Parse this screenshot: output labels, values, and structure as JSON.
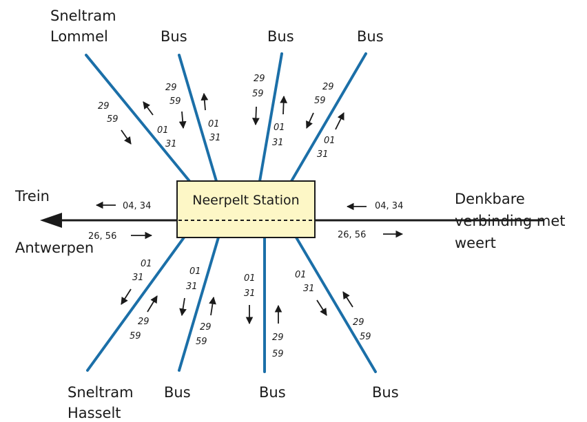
{
  "station": {
    "name": "Neerpelt Station"
  },
  "rail": {
    "west_label_1": "Trein",
    "west_label_2": "Antwerpen",
    "east_label_1": "Denkbare",
    "east_label_2": "verbinding met",
    "east_label_3": "weert",
    "west_upper_numbers": "04, 34",
    "west_lower_numbers": "26, 56",
    "east_upper_numbers": "04, 34",
    "east_lower_numbers": "26, 56"
  },
  "branches_top": [
    {
      "label_1": "Sneltram",
      "label_2": "Lommel",
      "out_1": "29",
      "out_2": "59",
      "in_1": "01",
      "in_2": "31"
    },
    {
      "label_1": "Bus",
      "out_1": "29",
      "out_2": "59",
      "in_1": "01",
      "in_2": "31"
    },
    {
      "label_1": "Bus",
      "out_1": "29",
      "out_2": "59",
      "in_1": "01",
      "in_2": "31"
    },
    {
      "label_1": "Bus",
      "out_1": "29",
      "out_2": "59",
      "in_1": "01",
      "in_2": "31"
    }
  ],
  "branches_bottom": [
    {
      "label_1": "Sneltram",
      "label_2": "Hasselt",
      "out_1": "01",
      "out_2": "31",
      "in_1": "29",
      "in_2": "59"
    },
    {
      "label_1": "Bus",
      "out_1": "01",
      "out_2": "31",
      "in_1": "29",
      "in_2": "59"
    },
    {
      "label_1": "Bus",
      "out_1": "01",
      "out_2": "31",
      "in_1": "29",
      "in_2": "59"
    },
    {
      "label_1": "Bus",
      "out_1": "01",
      "out_2": "31",
      "in_1": "29",
      "in_2": "59"
    }
  ],
  "colors": {
    "branch": "#1b6fa8",
    "station_fill": "#fdf7c6",
    "rail": "#1a1a1a"
  }
}
